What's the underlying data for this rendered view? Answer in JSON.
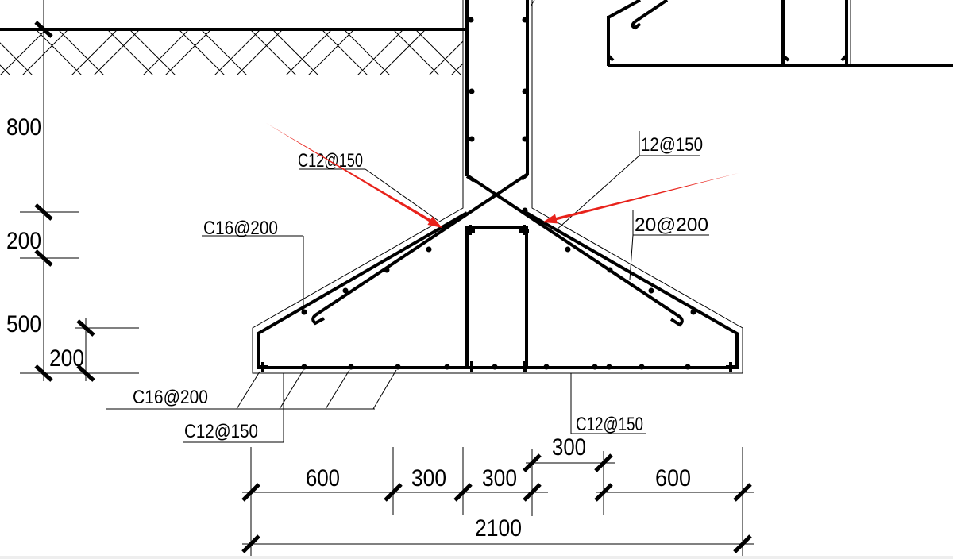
{
  "drawing": {
    "line_color": "#000000",
    "callout_arrow_color": "#e8221b",
    "background": "#ffffff"
  },
  "elevation_dimensions": {
    "upper": "800",
    "middle": "200",
    "lower": "500",
    "footing_edge": "200"
  },
  "rebar_callouts": {
    "upper_left": "C12@150",
    "upper_right": "12@150",
    "slope_left": "C16@200",
    "slope_right": "20@200",
    "bottom_left_upper": "C16@200",
    "bottom_left_lower": "C12@150",
    "bottom_right": "C12@150"
  },
  "plan_dimensions": {
    "upper_segment": "300",
    "left_outer": "600",
    "left_inner": "300",
    "center": "300",
    "right_outer": "600",
    "total": "2100"
  }
}
